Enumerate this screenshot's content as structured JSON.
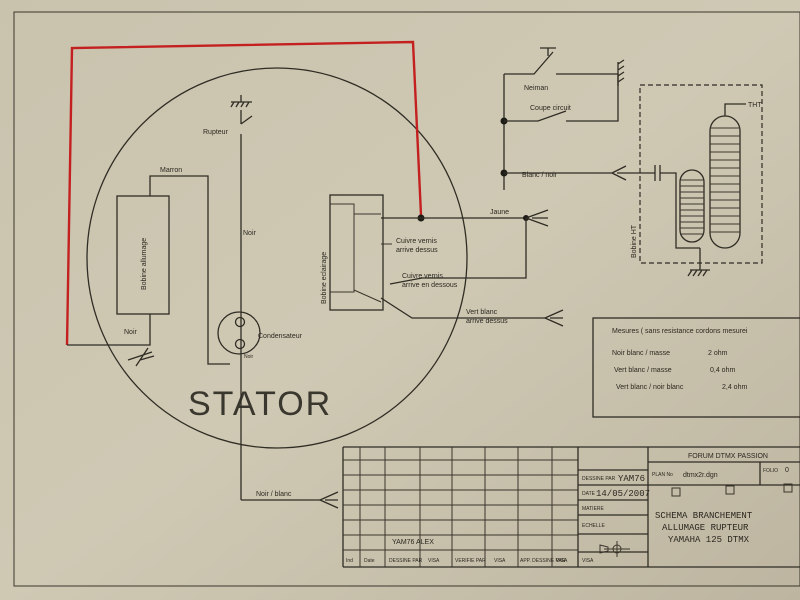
{
  "labels": {
    "stator": "STATOR",
    "marron": "Marron",
    "noir_left": "Noir",
    "bobine_allumage": "Bobine allumage",
    "rupteur": "Rupteur",
    "noir_mid": "Noir",
    "condensateur": "Condensateur",
    "noir_small": "Noir",
    "bobine_eclairage": "Bobine eclairage",
    "jaune": "Jaune",
    "cuivre_dessus_1": "Cuivre vernis",
    "cuivre_dessus_2": "arrive dessus",
    "cuivre_dessous_1": "Cuivre vernis",
    "cuivre_dessous_2": "arrive en dessous",
    "vert_blanc_1": "Vert blanc",
    "vert_blanc_2": "arrive dessus",
    "noir_blanc": "Noir / blanc",
    "neiman": "Neiman",
    "coupe_circuit": "Coupe circuit",
    "blanc_noir": "Blanc / noir",
    "bobine_ht": "Bobine HT",
    "tht": "THT"
  },
  "measures": {
    "title": "Mesures ( sans resistance cordons mesurei",
    "rows": [
      {
        "label": "Noir blanc / masse",
        "value": "2 ohm"
      },
      {
        "label": "Vert blanc / masse",
        "value": "0,4 ohm"
      },
      {
        "label": "Vert blanc / noir blanc",
        "value": "2,4 ohm"
      }
    ]
  },
  "title_block": {
    "forum": "FORUM DTMX PASSION",
    "dessine_label": "DESSINE PAR",
    "dessine_value": "YAM76",
    "date_label": "DATE",
    "date_value": "14/05/2007",
    "matiere_label": "MATIERE",
    "echelle_label": "ECHELLE",
    "plan_label": "PLAN No",
    "plan_value": "dtmx2r.dgn",
    "folio_label": "FOLIO",
    "folio_value": "0",
    "title_1": "SCHEMA BRANCHEMENT",
    "title_2": "ALLUMAGE RUPTEUR",
    "title_3": "YAMAHA 125 DTMX",
    "rev_value": "YAM76 ALEX",
    "col_headers": [
      "Ind",
      "Date",
      "DESSINE PAR",
      "VISA",
      "VERIFIE PAR",
      "VISA",
      "APP. DESSINE PAR",
      "VISA",
      "VISA"
    ]
  }
}
